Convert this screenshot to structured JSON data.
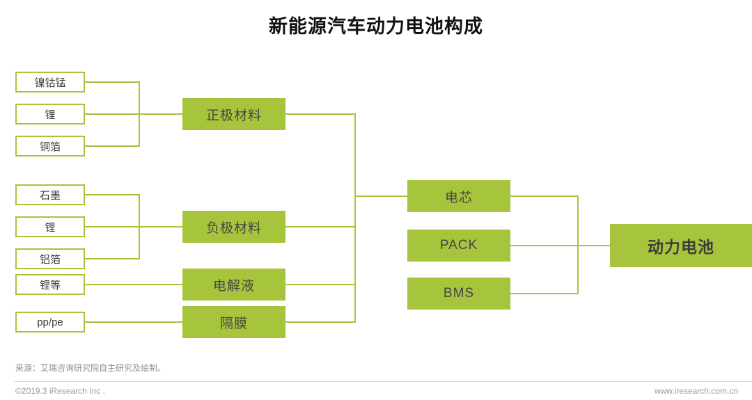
{
  "title": "新能源汽车动力电池构成",
  "colors": {
    "green": "#a6c53c",
    "box_text": "#454545",
    "title_text": "#111111"
  },
  "nodes": {
    "cathode_parts": [
      "镍钴锰",
      "锂",
      "铜箔"
    ],
    "anode_parts": [
      "石墨",
      "锂",
      "铝箔"
    ],
    "electrolyte_part": "锂等",
    "separator_part": "pp/pe",
    "cathode": "正极材料",
    "anode": "负极材料",
    "electrolyte": "电解液",
    "separator": "隔膜",
    "cell": "电芯",
    "pack": "PACK",
    "bms": "BMS",
    "battery": "动力电池"
  },
  "footer": {
    "source": "来源：艾瑞咨询研究院自主研究及绘制。",
    "copyright": "©2019.3 iResearch Inc .",
    "website": "www.iresearch.com.cn"
  }
}
